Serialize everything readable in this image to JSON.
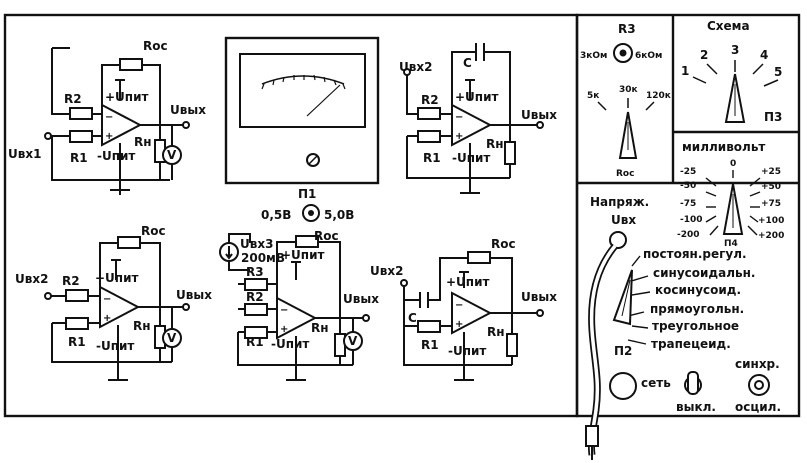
{
  "meter": {
    "switch_label": "П1",
    "range_left": "0,5В",
    "range_right": "5,0В"
  },
  "circuits": {
    "c1": {
      "r2": "R2",
      "r1": "R1",
      "rf": "Roc",
      "vplus": "+Uпит",
      "vminus": "-Uпит",
      "rl": "Rн",
      "in": "Uвх1",
      "out": "Uвых",
      "meter": "V"
    },
    "c2": {
      "r2": "R2",
      "r1": "R1",
      "c": "C",
      "vplus": "+Uпит",
      "vminus": "-Uпит",
      "rl": "Rн",
      "in": "Uвх2",
      "out": "Uвых"
    },
    "c3": {
      "r2": "R2",
      "r1": "R1",
      "rf": "Roc",
      "vplus": "+Uпит",
      "vminus": "-Uпит",
      "rl": "Rн",
      "in": "Uвх2",
      "out": "Uвых",
      "meter": "V"
    },
    "c4": {
      "r3": "R3",
      "r2": "R2",
      "r1": "R1",
      "rf": "Roc",
      "vplus": "+Uпит",
      "vminus": "-Uпит",
      "rl": "Rн",
      "in": "Uвх3",
      "out": "Uвых",
      "meter": "V",
      "source": "200мВ"
    },
    "c5": {
      "r1": "R1",
      "c": "C",
      "rf": "Roc",
      "vplus": "+Uпит",
      "vminus": "-Uпит",
      "rl": "Rн",
      "in": "Uвх2",
      "out": "Uвых"
    }
  },
  "r3_panel": {
    "title": "R3",
    "left": "3кОм",
    "right": "6кОм"
  },
  "roc_panel": {
    "label": "Roc",
    "opt1": "5к",
    "opt2": "30к",
    "opt3": "120к"
  },
  "scheme_panel": {
    "title": "Схема",
    "switch": "П3",
    "positions": [
      "1",
      "2",
      "3",
      "4",
      "5"
    ]
  },
  "mv_panel": {
    "title": "милливольт",
    "switch": "П4",
    "zero": "0",
    "left": [
      "-25",
      "-50",
      "-75",
      "-100",
      "-200"
    ],
    "right": [
      "+25",
      "+50",
      "+75",
      "+100",
      "+200"
    ]
  },
  "gen_panel": {
    "title": "Напряж.",
    "subtitle": "Uвх",
    "switch": "П2",
    "modes": [
      "постоян.регул.",
      "синусоидальн.",
      "косинусоид.",
      "прямоугольн.",
      "треугольное",
      "трапецеид."
    ],
    "power_label": "сеть",
    "power_state": "выкл.",
    "sync_label": "синхр.",
    "osc_label": "осцил."
  }
}
